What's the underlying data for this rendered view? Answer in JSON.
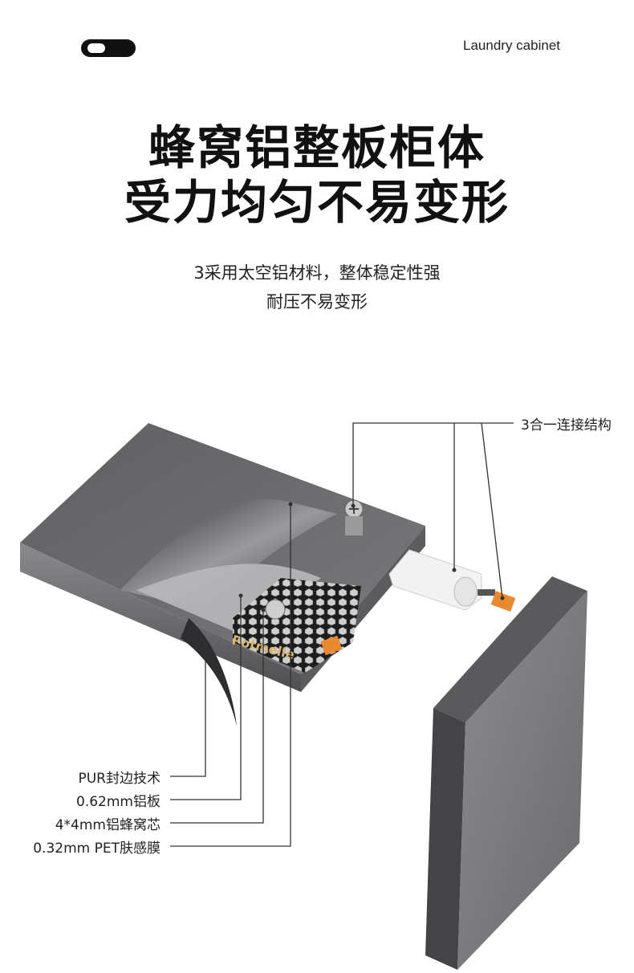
{
  "header": {
    "label": "Laundry cabinet"
  },
  "headline": {
    "line1": "蜂窝铝整板柜体",
    "line2": "受力均匀不易变形"
  },
  "subtitle": {
    "line1": "3采用太空铝材料，整体稳定性强",
    "line2": "耐压不易变形"
  },
  "callouts": {
    "connector": "3合一连接结构",
    "layers": [
      "PUR封边技术",
      "0.62mm铝板",
      "4*4mm铝蜂窝芯",
      "0.32mm PET肤感膜"
    ]
  },
  "brand_mark": "Potmelle",
  "colors": {
    "panel_top": "#6e6e70",
    "panel_side": "#4a4a4c",
    "accent_orange": "#e8892f",
    "connector_white": "#f2f2f2"
  }
}
